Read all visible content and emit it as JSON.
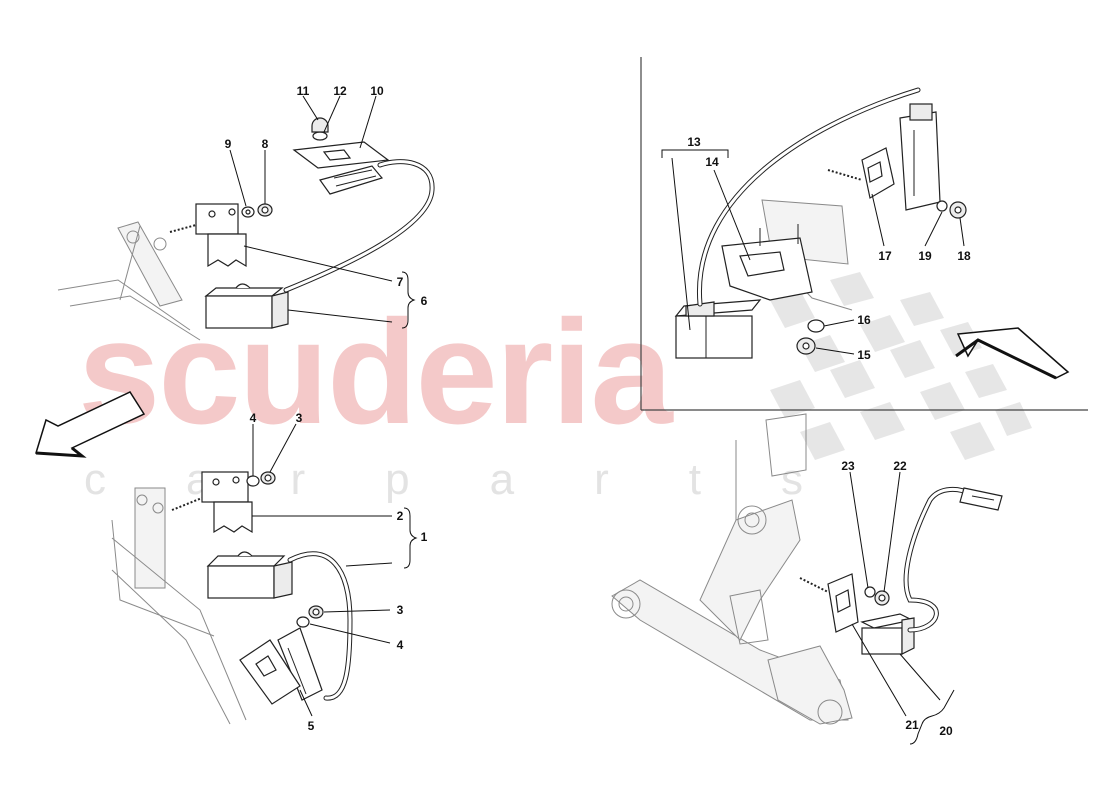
{
  "watermark": {
    "brand": "scuderia",
    "tagline": "carparts"
  },
  "callouts": {
    "c1": "1",
    "c2": "2",
    "c3a": "3",
    "c3b": "3",
    "c4a": "4",
    "c4b": "4",
    "c5": "5",
    "c6": "6",
    "c7": "7",
    "c8": "8",
    "c9": "9",
    "c10": "10",
    "c11": "11",
    "c12": "12",
    "c13": "13",
    "c14": "14",
    "c15": "15",
    "c16": "16",
    "c17": "17",
    "c18": "18",
    "c19": "19",
    "c20": "20",
    "c21": "21",
    "c22": "22",
    "c23": "23"
  },
  "colors": {
    "watermark_brand": "#f4c9c9",
    "watermark_tagline": "#e3e3e3",
    "line_art": "#222222",
    "background": "#ffffff"
  }
}
